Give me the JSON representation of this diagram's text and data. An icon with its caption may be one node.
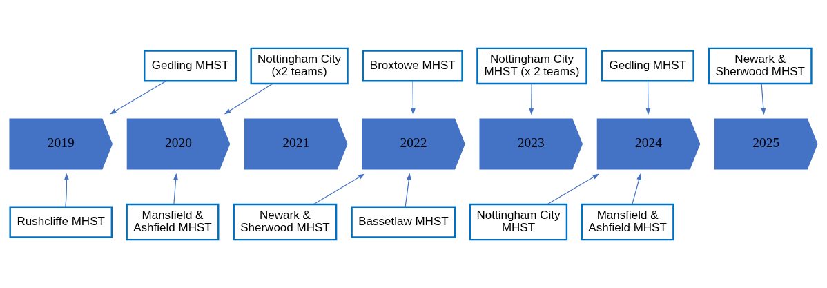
{
  "diagram": {
    "nodes": [
      {
        "text": [
          "Gedling MHST"
        ]
      },
      {
        "text": [
          "Nottingham City (x2 teams)"
        ]
      },
      {
        "text": [
          "Broxtowe MHST"
        ]
      },
      {
        "text": [
          "Nottingham City MHST (x 2 teams)"
        ]
      },
      {
        "text": [
          "Gedling MHST"
        ]
      },
      {
        "text": [
          "Newark & Sherwood MHST"
        ]
      },
      {
        "text": [
          "2019"
        ]
      },
      {
        "text": [
          "2020"
        ]
      },
      {
        "text": [
          "2021"
        ]
      },
      {
        "text": [
          "2022"
        ]
      },
      {
        "text": [
          "2023"
        ]
      },
      {
        "text": [
          "2024"
        ]
      },
      {
        "text": [
          "2025"
        ]
      },
      {
        "text": [
          "Rushcliffe MHST"
        ]
      },
      {
        "text": [
          "Mansfield & Ashfield MHST"
        ]
      },
      {
        "text": [
          "Newark & Sherwood MHST"
        ]
      },
      {
        "text": [
          "Bassetlaw MHST"
        ]
      },
      {
        "text": [
          "Nottingham City MHST"
        ]
      },
      {
        "text": [
          "Mansfield & Ashfield MHST"
        ]
      }
    ],
    "edges": [
      {
        "from": 0,
        "to": 6,
        "arrow": "to"
      },
      {
        "from": 1,
        "to": 7,
        "arrow": "to"
      },
      {
        "from": 2,
        "to": 9,
        "arrow": "to"
      },
      {
        "from": 3,
        "to": 10,
        "arrow": "to"
      },
      {
        "from": 4,
        "to": 11,
        "arrow": "to"
      },
      {
        "from": 5,
        "to": 12,
        "arrow": "to"
      },
      {
        "from": 13,
        "to": 6,
        "arrow": "to"
      },
      {
        "from": 14,
        "to": 7,
        "arrow": "to"
      },
      {
        "from": 15,
        "to": 9,
        "arrow": "to"
      },
      {
        "from": 16,
        "to": 9,
        "arrow": "to"
      },
      {
        "from": 17,
        "to": 11,
        "arrow": "to"
      },
      {
        "from": 18,
        "to": 11,
        "arrow": "to"
      }
    ]
  }
}
